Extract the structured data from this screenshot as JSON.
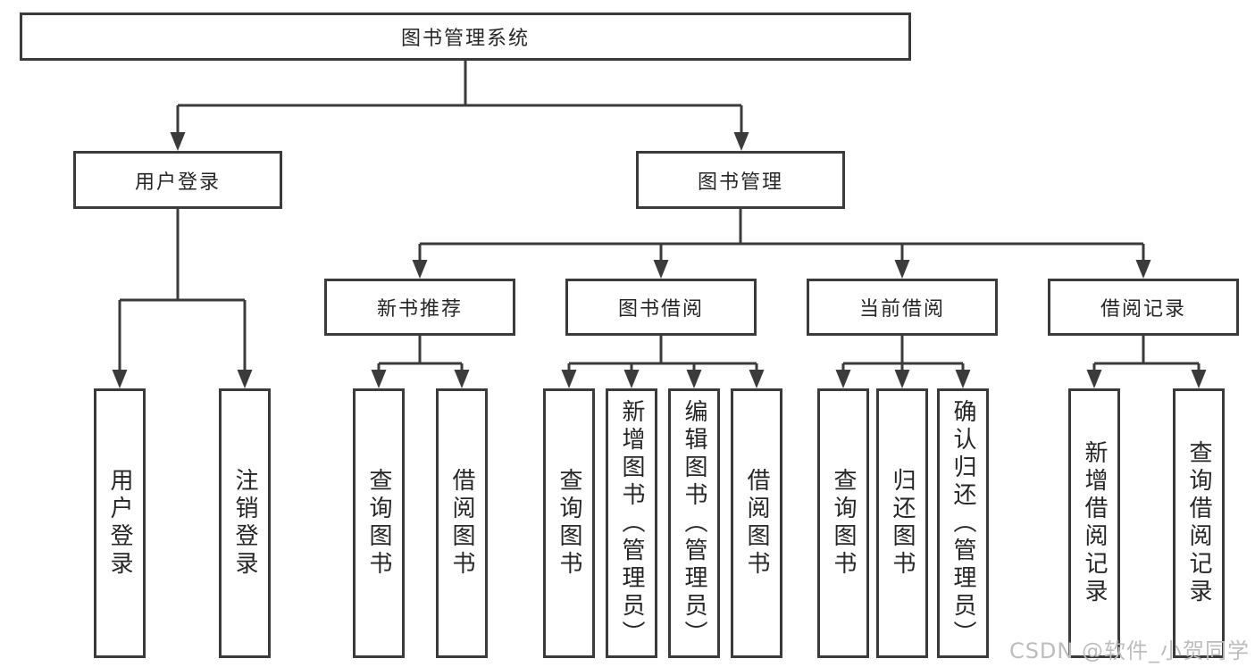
{
  "diagram": {
    "root": {
      "label": "图书管理系统"
    },
    "level2": [
      {
        "id": "user-login",
        "label": "用户登录"
      },
      {
        "id": "book-management",
        "label": "图书管理"
      }
    ],
    "level3": [
      {
        "id": "new-book-recommend",
        "label": "新书推荐"
      },
      {
        "id": "book-borrow",
        "label": "图书借阅"
      },
      {
        "id": "current-borrow",
        "label": "当前借阅"
      },
      {
        "id": "borrow-records",
        "label": "借阅记录"
      }
    ],
    "leaves": {
      "user_login": [
        "用户登录",
        "注销登录"
      ],
      "new_book_recommend": [
        "查询图书",
        "借阅图书"
      ],
      "book_borrow": [
        "查询图书",
        "新增图书（管理员）",
        "编辑图书（管理员）",
        "借阅图书"
      ],
      "current_borrow": [
        "查询图书",
        "归还图书",
        "确认归还（管理员）"
      ],
      "borrow_records": [
        "新增借阅记录",
        "查询借阅记录"
      ]
    }
  },
  "watermark": "CSDN @软件_小贺同学",
  "colors": {
    "line": "#3b3b3b",
    "box_border": "#3b3b3b",
    "text": "#262626",
    "watermark_text": "#bdbdbd",
    "background": "#ffffff"
  }
}
